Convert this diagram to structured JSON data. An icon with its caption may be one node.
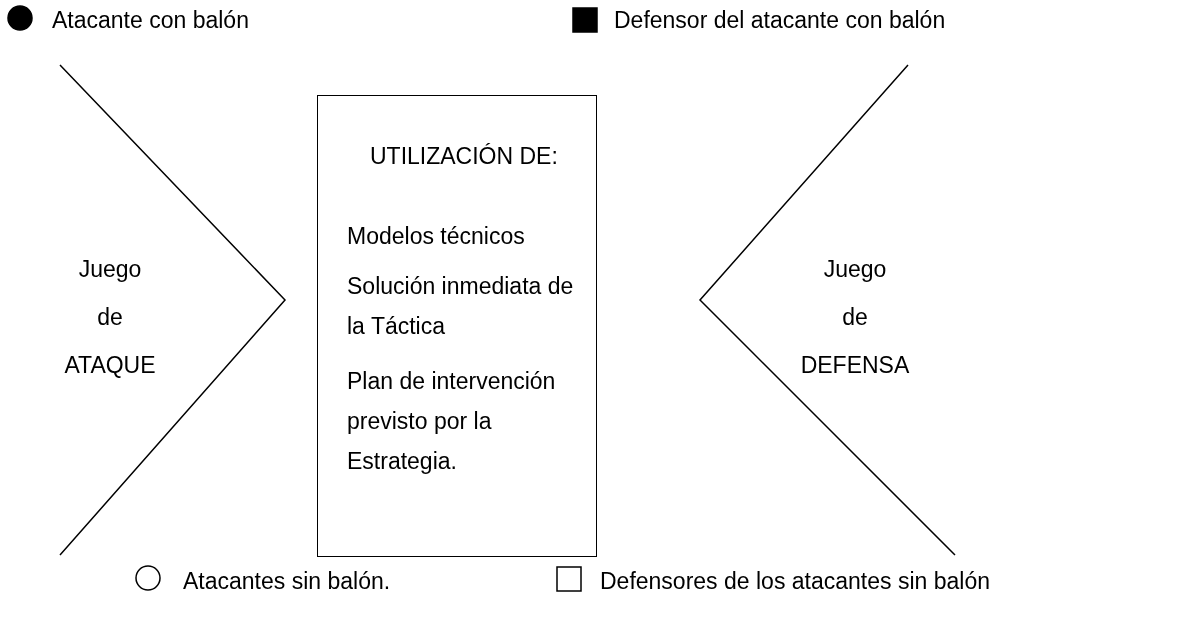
{
  "diagram": {
    "nodes": [
      {
        "text": [
          "Juego de ATAQUE"
        ]
      },
      {
        "text": [
          "UTILIZACIÓN DE:",
          "Modelos técnicos",
          "Solución inmediata de la Táctica",
          "Plan de intervención previsto por la Estrategia."
        ]
      },
      {
        "text": [
          "Juego de DEFENSA"
        ]
      }
    ],
    "legend": [
      {
        "text": "Atacante con balón"
      },
      {
        "text": "Defensor del atacante con balón"
      },
      {
        "text": "Atacantes sin balón."
      },
      {
        "text": "Defensores de los atacantes sin balón"
      }
    ]
  }
}
